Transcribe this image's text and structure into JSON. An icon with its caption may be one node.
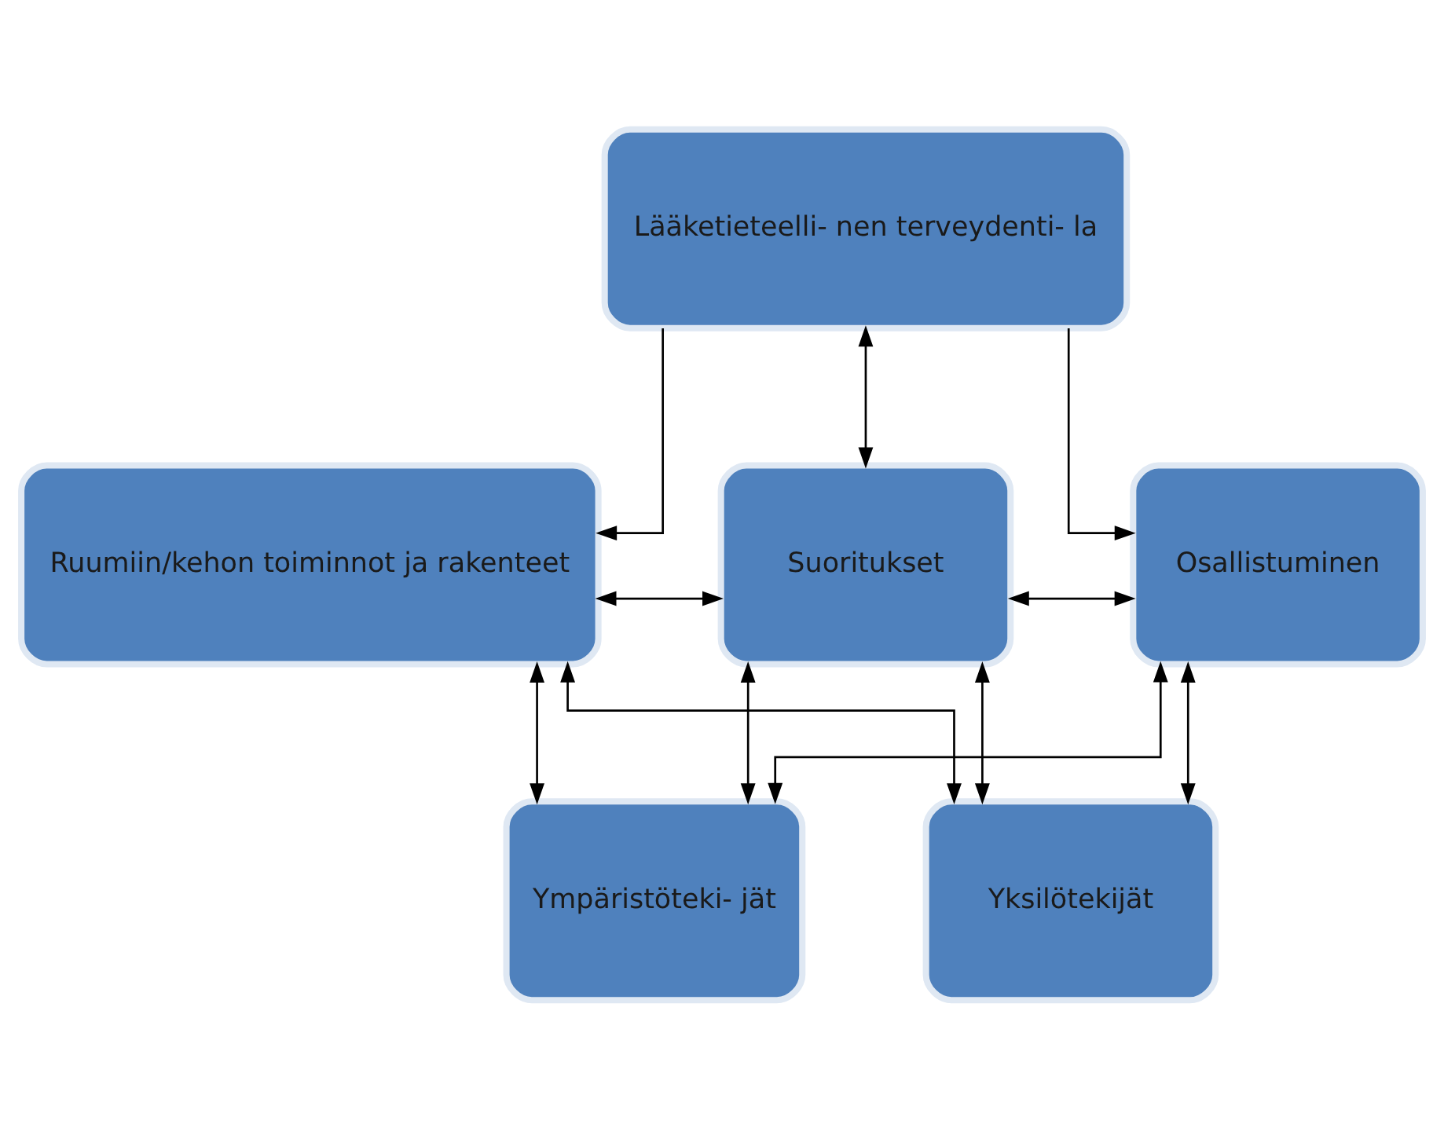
{
  "diagram": {
    "nodes": [
      {
        "text": [
          "Lääketieteelli- nen terveydenti- la"
        ]
      },
      {
        "text": [
          "Ruumiin/kehon toiminnot ja rakenteet"
        ]
      },
      {
        "text": [
          "Suoritukset"
        ]
      },
      {
        "text": [
          "Osallistuminen"
        ]
      },
      {
        "text": [
          "Ympäristöteki- jät"
        ]
      },
      {
        "text": [
          "Yksilötekijät"
        ]
      }
    ],
    "edges": [
      {
        "from": 0,
        "to": 1,
        "arrow": "to"
      },
      {
        "from": 0,
        "to": 2,
        "arrow": "both"
      },
      {
        "from": 0,
        "to": 3,
        "arrow": "to"
      },
      {
        "from": 1,
        "to": 2,
        "arrow": "both"
      },
      {
        "from": 2,
        "to": 3,
        "arrow": "both"
      },
      {
        "from": 1,
        "to": 4,
        "arrow": "both"
      },
      {
        "from": 2,
        "to": 4,
        "arrow": "both"
      },
      {
        "from": 3,
        "to": 4,
        "arrow": "both"
      },
      {
        "from": 1,
        "to": 5,
        "arrow": "both"
      },
      {
        "from": 2,
        "to": 5,
        "arrow": "both"
      },
      {
        "from": 3,
        "to": 5,
        "arrow": "both"
      }
    ]
  }
}
